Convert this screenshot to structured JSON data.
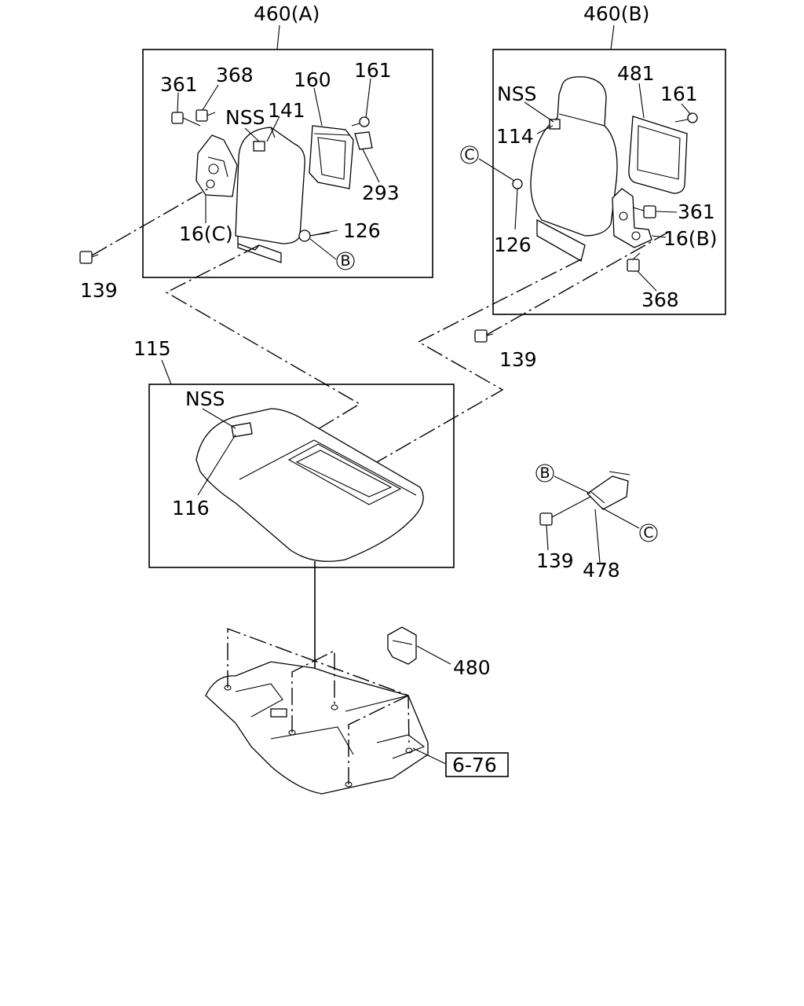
{
  "labels": {
    "assy_a": "460(A)",
    "assy_b": "460(B)",
    "cushion": "115",
    "a_361": "361",
    "a_368": "368",
    "a_160": "160",
    "a_161": "161",
    "a_nss": "NSS",
    "a_141": "141",
    "a_293": "293",
    "a_126": "126",
    "a_16c": "16(C)",
    "a_139": "139",
    "b_nss": "NSS",
    "b_114": "114",
    "b_481": "481",
    "b_161": "161",
    "b_361": "361",
    "b_126": "126",
    "b_16b": "16(B)",
    "b_368": "368",
    "b_139": "139",
    "c_nss": "NSS",
    "c_116": "116",
    "d_139": "139",
    "d_478": "478",
    "e_480": "480",
    "ref_box": "6-76"
  },
  "markers": {
    "b_a": "B",
    "c_b": "C",
    "b_d": "B",
    "c_d": "C"
  }
}
